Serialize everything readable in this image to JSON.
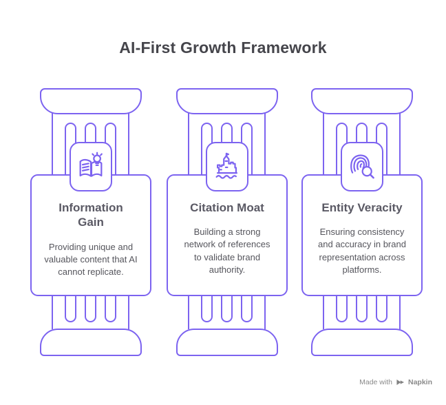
{
  "title": "AI-First Growth Framework",
  "colors": {
    "accent": "#7c63f0",
    "title_text": "#45454b",
    "heading_text": "#5a5964",
    "body_text": "#55555c",
    "footer_text": "#8a8a8a"
  },
  "pillars": [
    {
      "icon": "open-book-lightbulb-icon",
      "heading": "Information\nGain",
      "body": "Providing unique and valuable content that AI cannot replicate."
    },
    {
      "icon": "castle-moat-icon",
      "heading": "Citation Moat",
      "body": "Building a strong network of references to validate brand authority."
    },
    {
      "icon": "fingerprint-magnifier-icon",
      "heading": "Entity Veracity",
      "body": "Ensuring consistency and accuracy in brand representation across platforms."
    }
  ],
  "footer": {
    "made_with_label": "Made with",
    "brand_name": "Napkin",
    "logo": "napkin-logo-icon"
  }
}
